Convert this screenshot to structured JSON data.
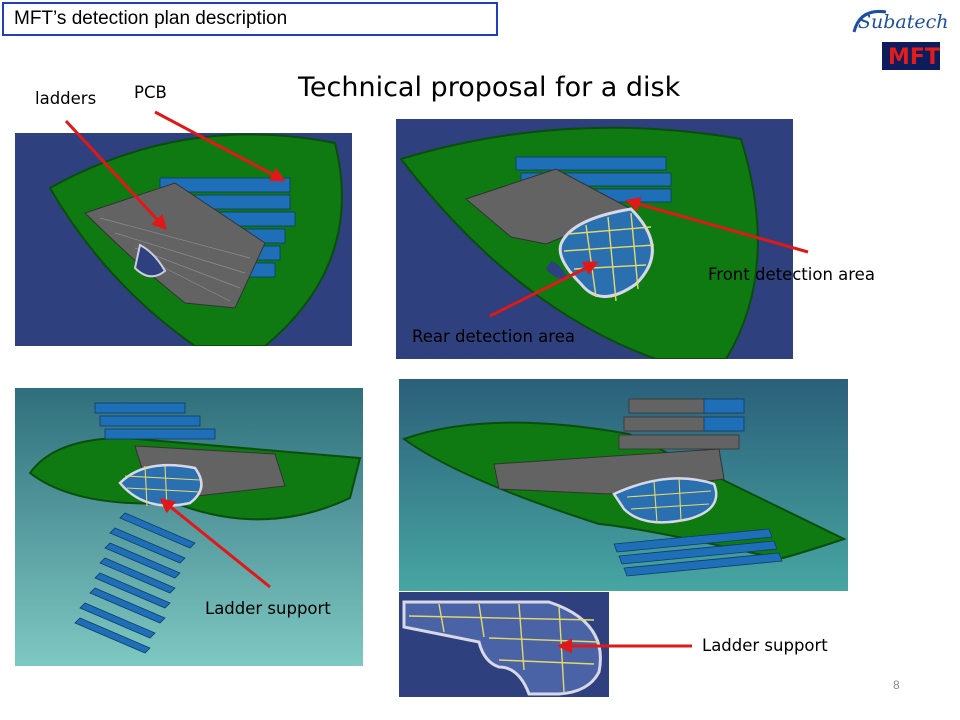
{
  "header": {
    "title": "MFT’s detection plan description"
  },
  "logo": {
    "brand_text": "Subatech",
    "mark_text": "MFT"
  },
  "slide": {
    "heading": "Technical proposal for a disk"
  },
  "labels": {
    "ladders": "ladders",
    "pcb": "PCB",
    "front": "Front detection area",
    "rear": "Rear detection area",
    "support_left": "Ladder support",
    "support_right": "Ladder support"
  },
  "colors": {
    "pcb_green": "#0f7a12",
    "ladder_blue": "#1f6fb8",
    "ladder_grey": "#636363",
    "grid_yellow": "#e4d86a",
    "arrow_red": "#e01818",
    "bg_dark": "#2d3f7a",
    "bg_teal": "#2f8a8a"
  },
  "footer": {
    "page": "8"
  }
}
